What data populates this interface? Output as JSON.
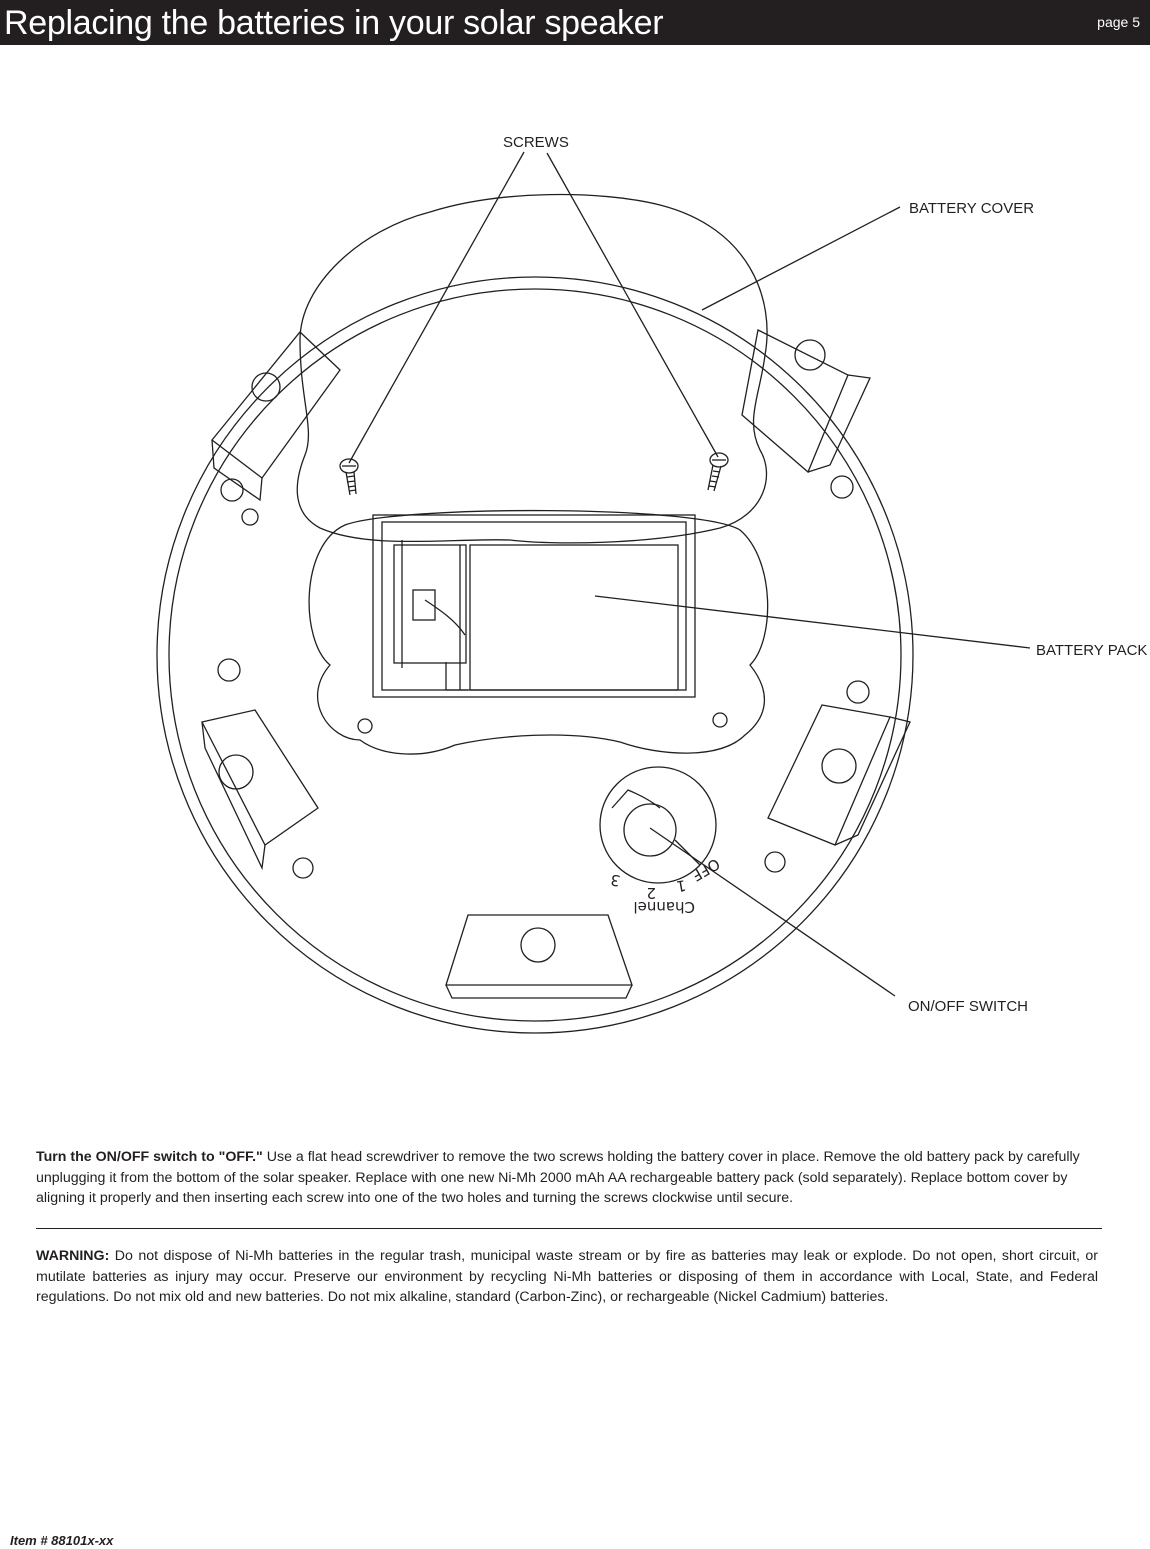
{
  "header": {
    "title": "Replacing the batteries in your solar speaker",
    "page_label": "page 5"
  },
  "diagram": {
    "labels": {
      "screws": "SCREWS",
      "battery_cover": "BATTERY COVER",
      "battery_pack": "BATTERY PACK",
      "on_off_switch": "ON/OFF SWITCH"
    },
    "switch_dial": {
      "off": "OFF",
      "one": "1",
      "two": "2",
      "three": "3",
      "channel": "Channel"
    }
  },
  "instructions": {
    "lead": "Turn the ON/OFF switch to \"OFF.\"",
    "body": "  Use a flat head screwdriver to remove the two screws holding the battery cover in place. Remove the old battery pack by carefully unplugging it from the bottom of the solar speaker. Replace with one new Ni-Mh 2000 mAh AA rechargeable battery pack (sold separately). Replace bottom cover by aligning it properly and then inserting each screw into one of the two holes and turning the screws clockwise until secure."
  },
  "warning": {
    "lead": "WARNING:",
    "body": " Do not dispose of Ni-Mh batteries in the regular trash, municipal waste stream or by fire as batteries may leak or explode. Do not open, short circuit, or mutilate batteries as injury may occur. Preserve our environment by recycling Ni-Mh batteries or disposing of them in accordance with Local, State, and Federal regulations. Do not mix old and new batteries. Do not mix alkaline, standard (Carbon-Zinc), or rechargeable (Nickel Cadmium) batteries."
  },
  "footer": {
    "item_number": "Item # 88101x-xx"
  }
}
